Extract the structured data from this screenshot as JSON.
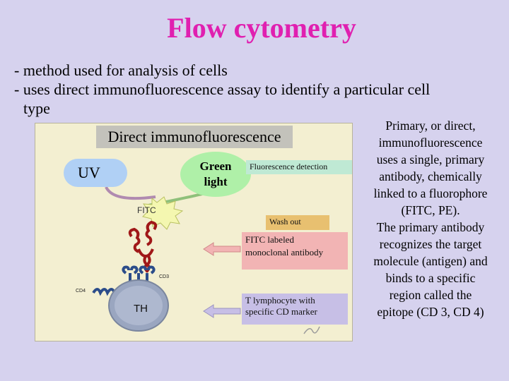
{
  "title": "Flow cytometry",
  "bullets": [
    "- method used for analysis of cells",
    "- uses direct immunofluorescence assay to identify a particular cell",
    "type"
  ],
  "figure": {
    "title": "Direct immunofluorescence",
    "uv": "UV",
    "green_light_1": "Green",
    "green_light_2": "light",
    "fluorescence_detection": "Fluorescence detection",
    "fitc": "FITC",
    "wash_out": "Wash out",
    "fitc_labeled_1": "FITC labeled",
    "fitc_labeled_2": "monoclonal antibody",
    "t_lymphocyte_1": "T lymphocyte with",
    "t_lymphocyte_2": "specific CD marker",
    "cd3": "CD3",
    "cd4": "CD4",
    "th": "TH"
  },
  "side_text": [
    "Primary, or direct,",
    "immunofluorescence",
    "uses a single, primary",
    "antibody, chemically",
    "linked to a fluorophore",
    "(FITC, PE).",
    "The primary antibody",
    "recognizes the target",
    "molecule (antigen) and",
    "binds to a specific",
    "region called the",
    "epitope (CD 3, CD 4)"
  ],
  "colors": {
    "title": "#e020b0",
    "background": "#d6d2ee",
    "figure_bg": "#f3efd1"
  }
}
